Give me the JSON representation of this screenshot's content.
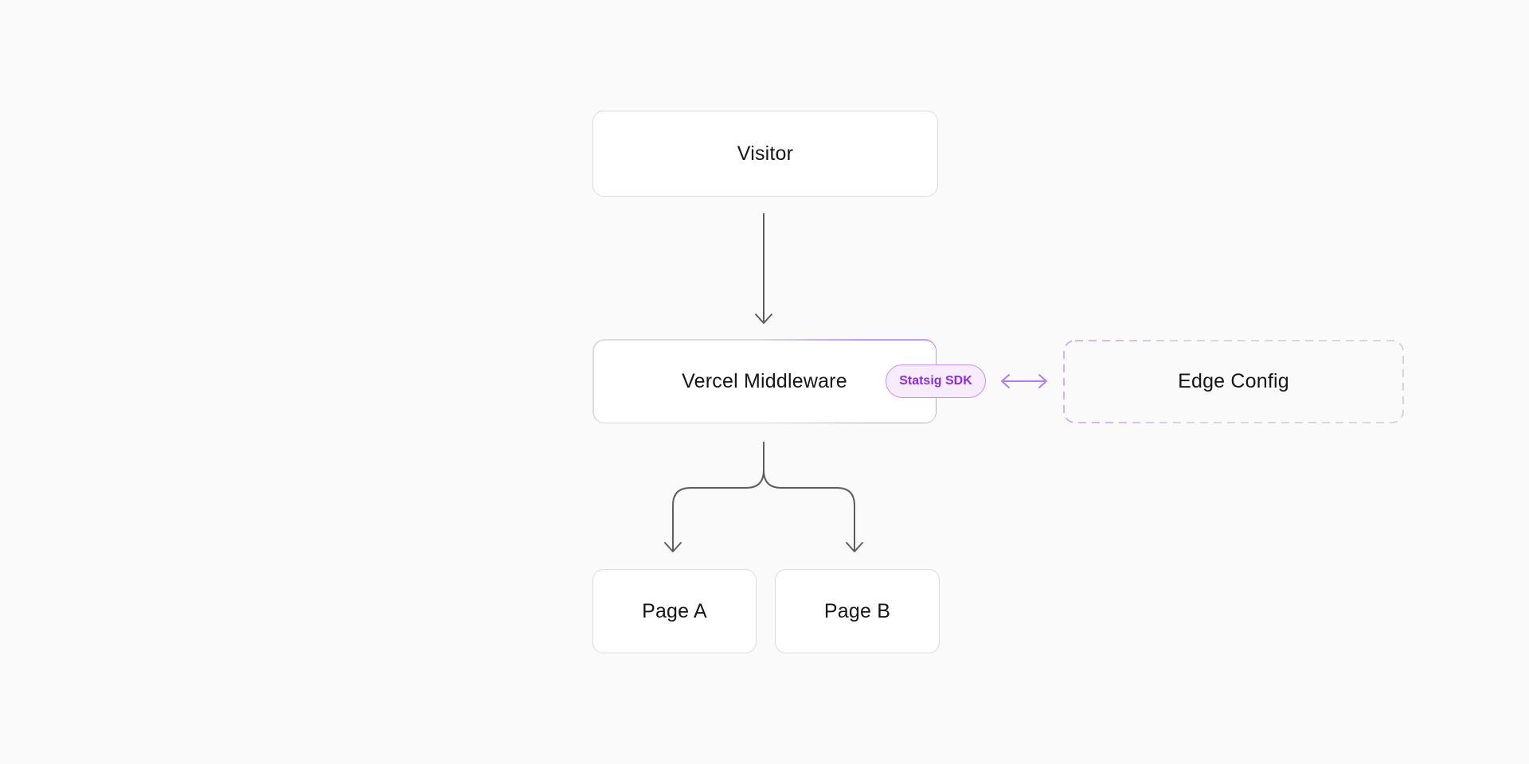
{
  "theme": {
    "canvas-bg": "#fafafa",
    "node-bg": "#ffffff",
    "node-border": "#dcdcdc",
    "node-text": "#171717",
    "connector": "#5e5e5e",
    "accent-purple": "#b57bed",
    "accent-purple-soft": "#c795f2",
    "badge-bg": "#f7ecfe",
    "badge-border": "#c98ff1",
    "badge-text": "#8d2fd3",
    "dash-gray": "#cccccc",
    "dash-purple": "#c9a2f0"
  },
  "diagram": {
    "nodes": {
      "visitor": {
        "label": "Visitor"
      },
      "vercel_middleware": {
        "label": "Vercel Middleware",
        "badge": "Statsig SDK"
      },
      "edge_config": {
        "label": "Edge Config"
      },
      "page_a": {
        "label": "Page A"
      },
      "page_b": {
        "label": "Page B"
      }
    },
    "edges": [
      {
        "from": "visitor",
        "to": "vercel_middleware",
        "arrow": "single-down"
      },
      {
        "from": "vercel_middleware",
        "to": "edge_config",
        "arrow": "bidirectional-horizontal"
      },
      {
        "from": "vercel_middleware",
        "to": "page_a",
        "arrow": "single-down-fork"
      },
      {
        "from": "vercel_middleware",
        "to": "page_b",
        "arrow": "single-down-fork"
      }
    ]
  }
}
